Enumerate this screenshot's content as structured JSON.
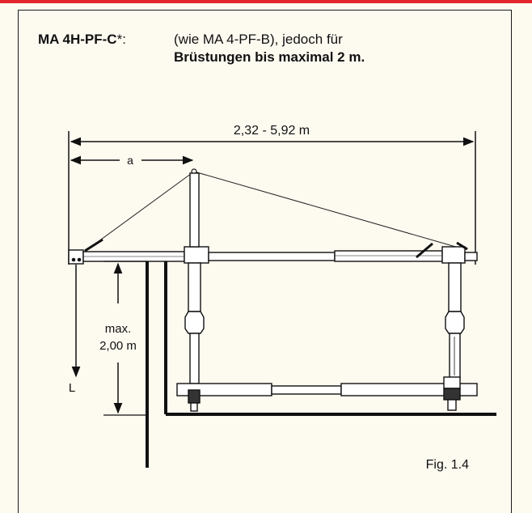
{
  "header": {
    "model_code": "MA 4H-PF-C",
    "model_suffix": "*:",
    "description_line1": "(wie MA 4-PF-B), jedoch für",
    "description_line2": "Brüstungen bis maximal  2 m."
  },
  "diagram": {
    "width_label": "2,32 - 5,92 m",
    "a_label": "a",
    "height_label_line1": "max.",
    "height_label_line2": "2,00 m",
    "l_label": "L"
  },
  "figure_caption": "Fig. 1.4",
  "colors": {
    "accent_line": "#e3262b",
    "ink": "#111111",
    "background": "#fdfaf0"
  }
}
